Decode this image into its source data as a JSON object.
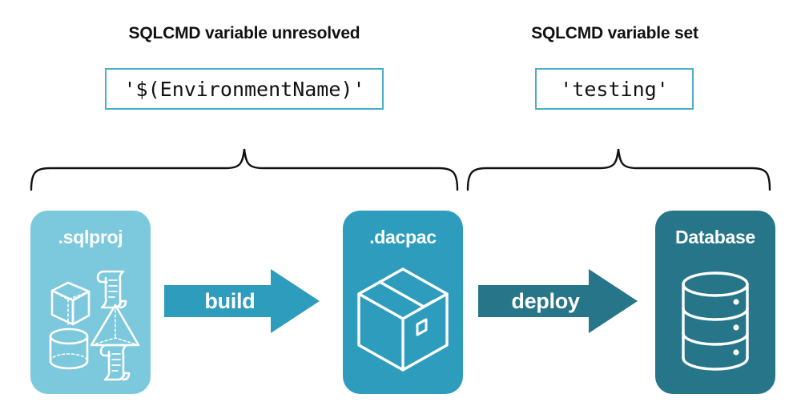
{
  "diagram": {
    "type": "pipeline-flow",
    "background_color": "#ffffff",
    "sections": [
      {
        "heading": "SQLCMD variable unresolved",
        "code_value": "'$(EnvironmentName)'"
      },
      {
        "heading": "SQLCMD variable set",
        "code_value": "'testing'"
      }
    ],
    "headings": {
      "left": "SQLCMD variable unresolved",
      "right": "SQLCMD variable set"
    },
    "code_boxes": {
      "left": "'$(EnvironmentName)'",
      "right": "'testing'",
      "border_color": "#4BAFC9"
    },
    "artifacts": [
      {
        "label": ".sqlproj",
        "color": "#7CC8DD",
        "icons": [
          "cube-icon",
          "pyramid-icon",
          "cylinder-icon",
          "script-scroll-icon",
          "script-scroll-icon"
        ]
      },
      {
        "label": ".dacpac",
        "color": "#2E9CBD",
        "icons": [
          "package-box-icon"
        ]
      },
      {
        "label": "Database",
        "color": "#267589",
        "icons": [
          "database-cylinder-icon"
        ]
      }
    ],
    "arrows": [
      {
        "label": "build",
        "color": "#2E9CBD"
      },
      {
        "label": "deploy",
        "color": "#267589"
      }
    ],
    "braces": {
      "color": "#111111",
      "count": 2
    }
  }
}
